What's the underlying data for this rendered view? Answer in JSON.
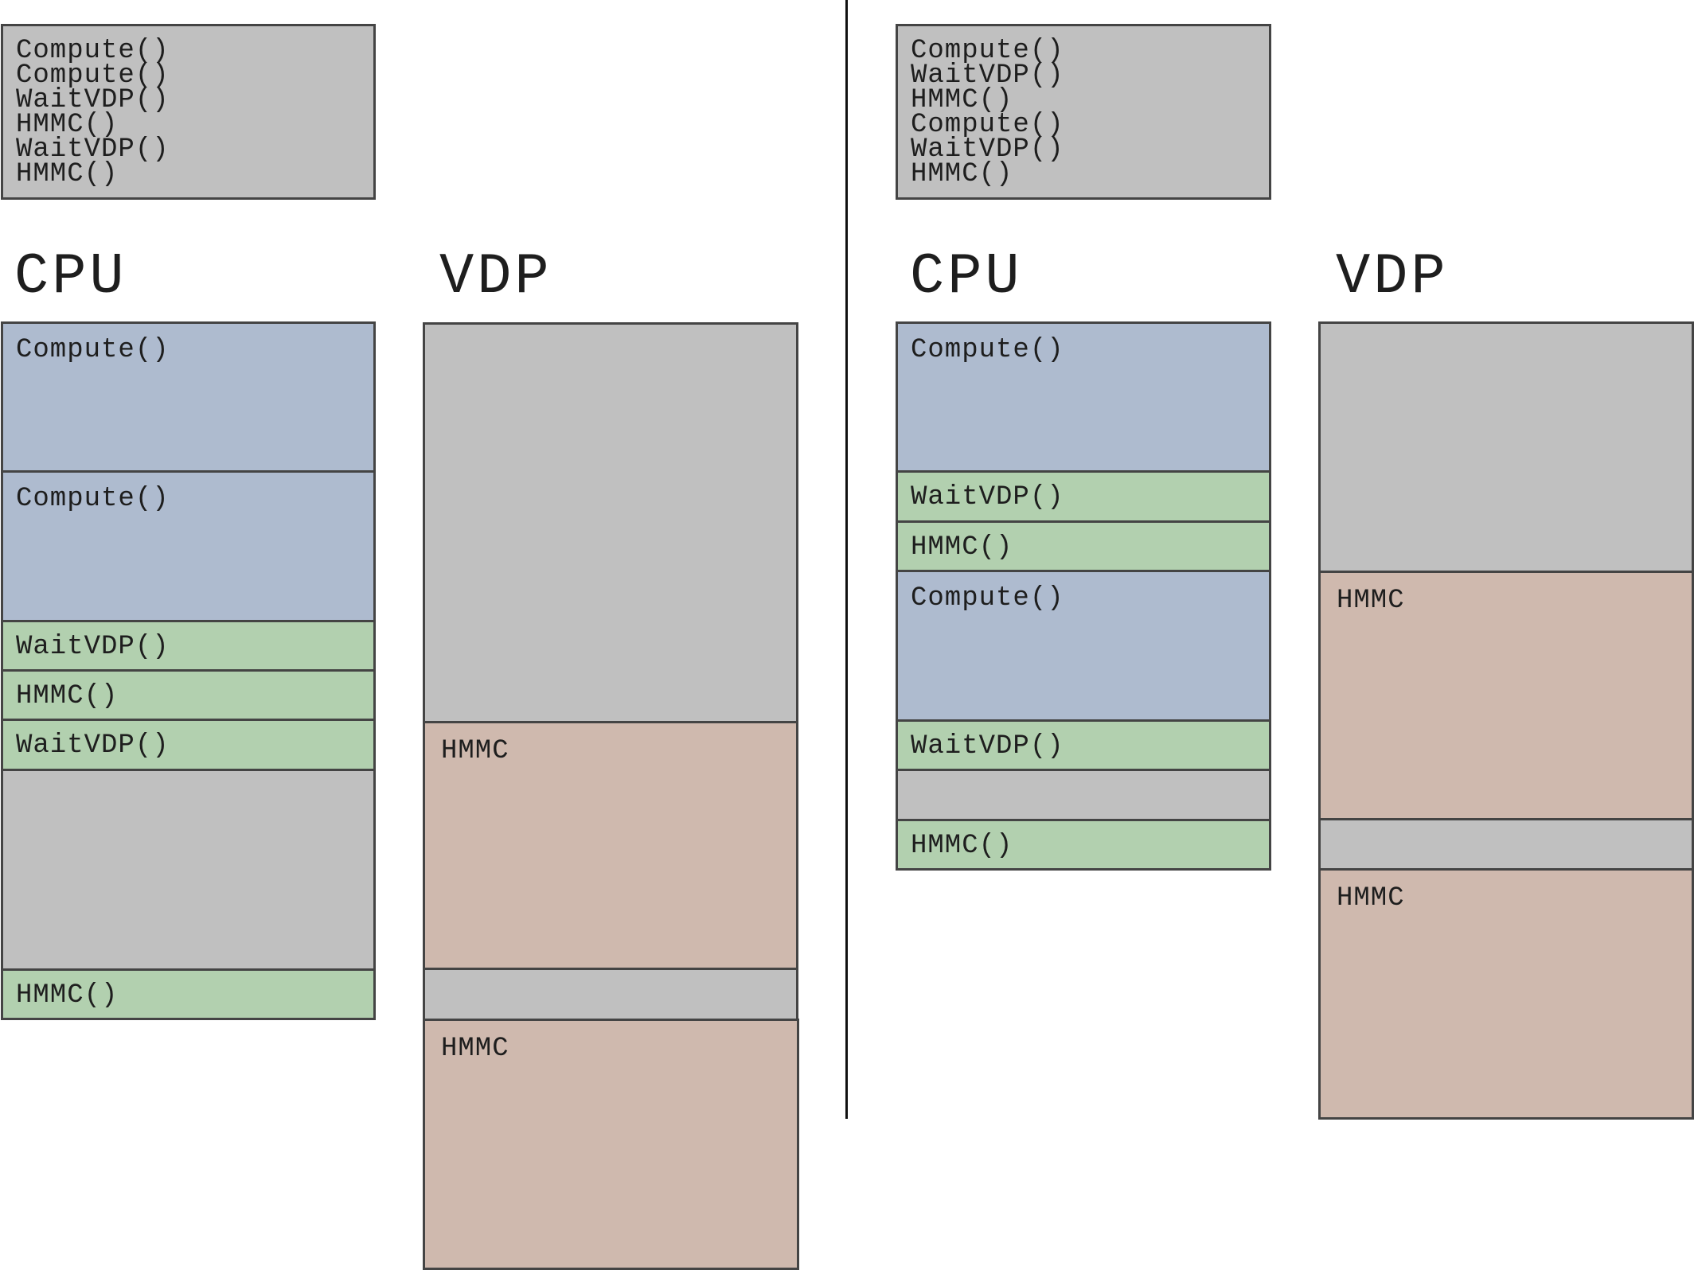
{
  "left": {
    "code": [
      "Compute()",
      "Compute()",
      "WaitVDP()",
      "HMMC()",
      "WaitVDP()",
      "HMMC()"
    ],
    "cpu_heading": "CPU",
    "vdp_heading": "VDP",
    "cpu_blocks": [
      "Compute()",
      "Compute()",
      "WaitVDP()",
      "HMMC()",
      "WaitVDP()",
      "",
      "HMMC()"
    ],
    "vdp_blocks": [
      "",
      "HMMC",
      "",
      "HMMC"
    ]
  },
  "right": {
    "code": [
      "Compute()",
      "WaitVDP()",
      "HMMC()",
      "Compute()",
      "WaitVDP()",
      "HMMC()"
    ],
    "cpu_heading": "CPU",
    "vdp_heading": "VDP",
    "cpu_blocks": [
      "Compute()",
      "WaitVDP()",
      "HMMC()",
      "Compute()",
      "WaitVDP()",
      "",
      "HMMC()"
    ],
    "vdp_blocks": [
      "",
      "HMMC",
      "",
      "HMMC"
    ]
  },
  "colors": {
    "compute": "#aebbcf",
    "cpu_command": "#b2d0af",
    "idle": "#c0c0c0",
    "vdp_hmmc": "#cfb9ae",
    "border": "#444444"
  }
}
